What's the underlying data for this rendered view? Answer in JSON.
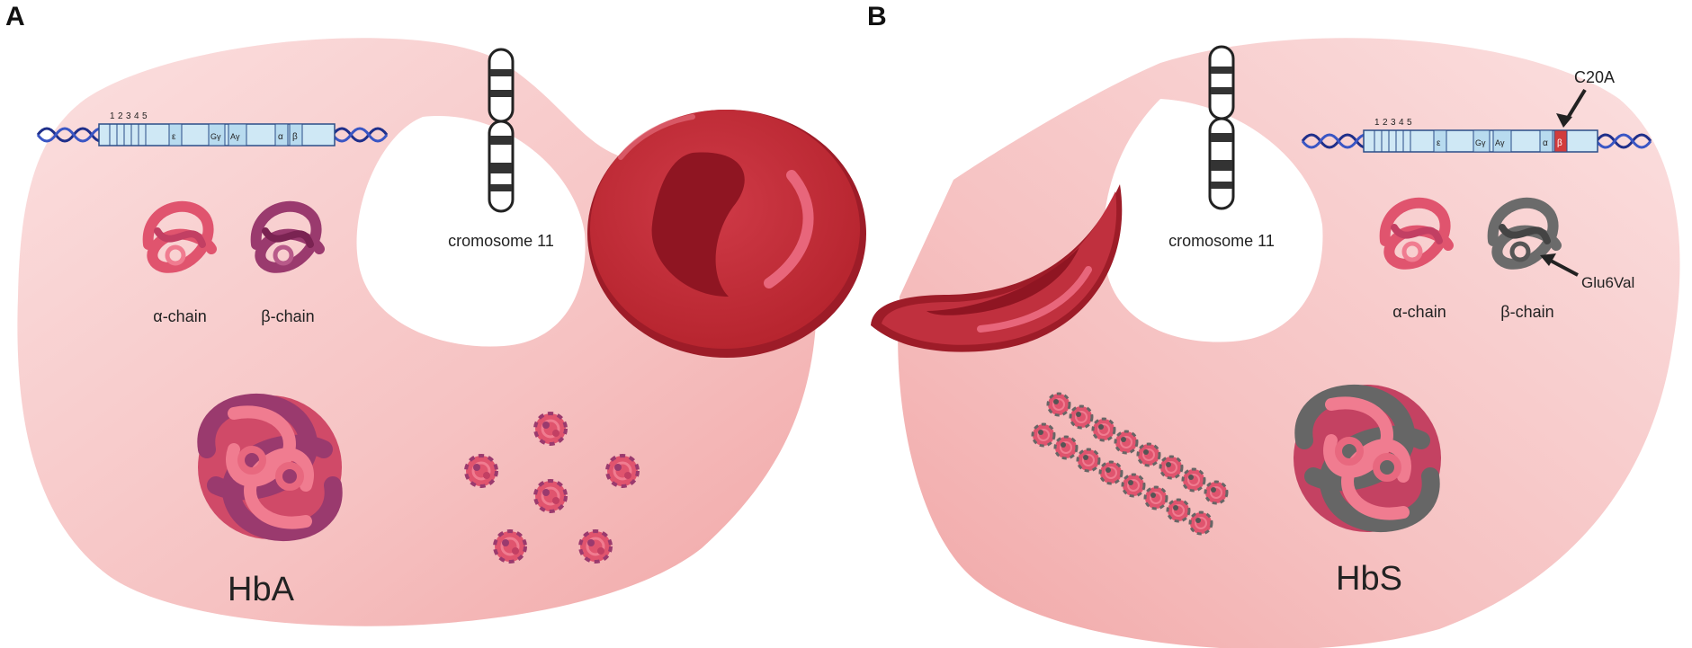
{
  "panels": [
    {
      "letter": "A",
      "chromosome_label": "cromosome 11",
      "gene_numbers": [
        "1",
        "2",
        "3",
        "4",
        "5"
      ],
      "genes": [
        "ε",
        "Gγ",
        "Aγ",
        "α",
        "β"
      ],
      "chain_labels": [
        "α-chain",
        "β-chain"
      ],
      "hemoglobin_label": "HbA",
      "cell_shape": "normal red blood cell"
    },
    {
      "letter": "B",
      "chromosome_label": "cromosome 11",
      "gene_numbers": [
        "1",
        "2",
        "3",
        "4",
        "5"
      ],
      "genes": [
        "ε",
        "Gγ",
        "Aγ",
        "α",
        "β"
      ],
      "chain_labels": [
        "α-chain",
        "β-chain"
      ],
      "mutation_label": "C20A",
      "protein_mutation_label": "Glu6Val",
      "hemoglobin_label": "HbS",
      "cell_shape": "sickle cell"
    }
  ],
  "colors": {
    "background_tissue": "#f3b5b5",
    "red_cell": "#c0303e",
    "red_cell_dark": "#8f1522",
    "alpha_chain": "#e0546e",
    "beta_chain_normal": "#9a3a6e",
    "beta_chain_sickle": "#666666",
    "dna": "#1f2f8a",
    "gene_box": "#cfe8f5",
    "mutated_gene": "#d23c3c"
  }
}
